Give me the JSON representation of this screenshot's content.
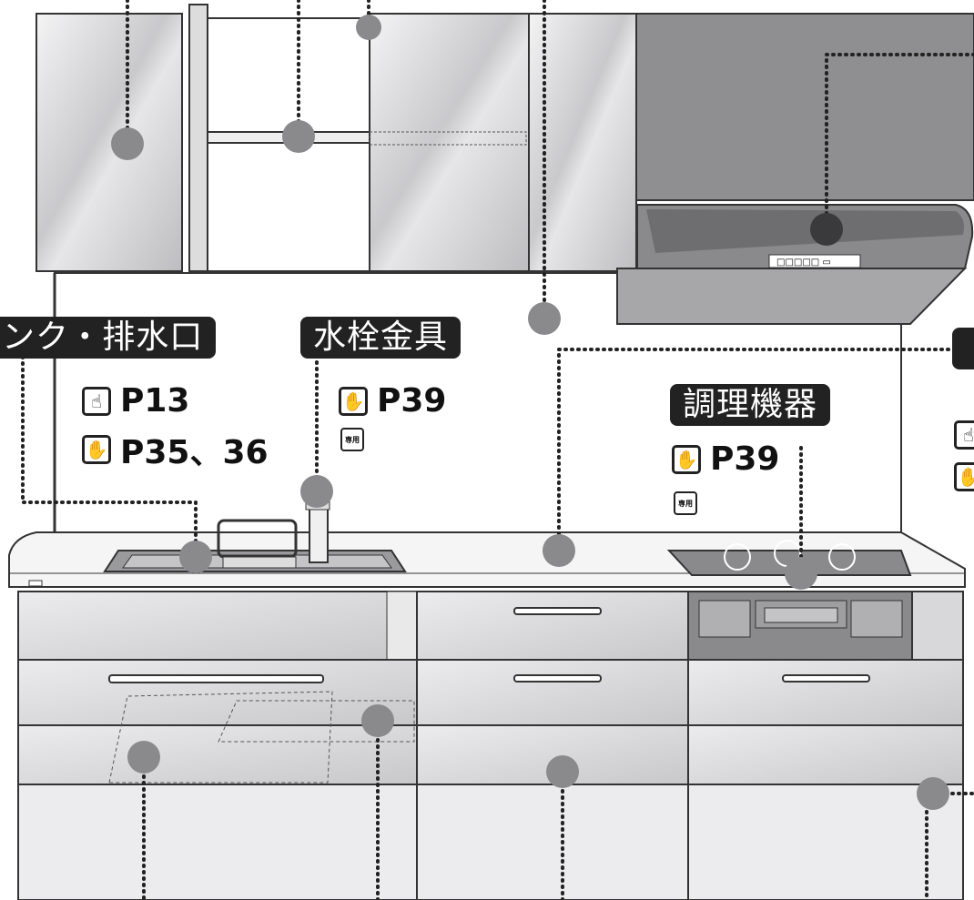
{
  "labels": {
    "sink": "ンク・排水口",
    "faucet": "水栓金具",
    "cooking": "調理機器"
  },
  "refs": {
    "sink_1": "P13",
    "sink_2": "P35、36",
    "faucet_1": "P39",
    "cooking_1": "P39"
  },
  "icons": {
    "finger": "pointing-finger-icon",
    "hand": "hand-icon",
    "book": "manual-book-icon",
    "book_text": "専用"
  },
  "hood_panel": "□□□□□ ▭",
  "colors": {
    "label_bg": "#222222",
    "marker": "#888888",
    "hood": "#8f8f91",
    "cabinet": "#dcdcde"
  }
}
